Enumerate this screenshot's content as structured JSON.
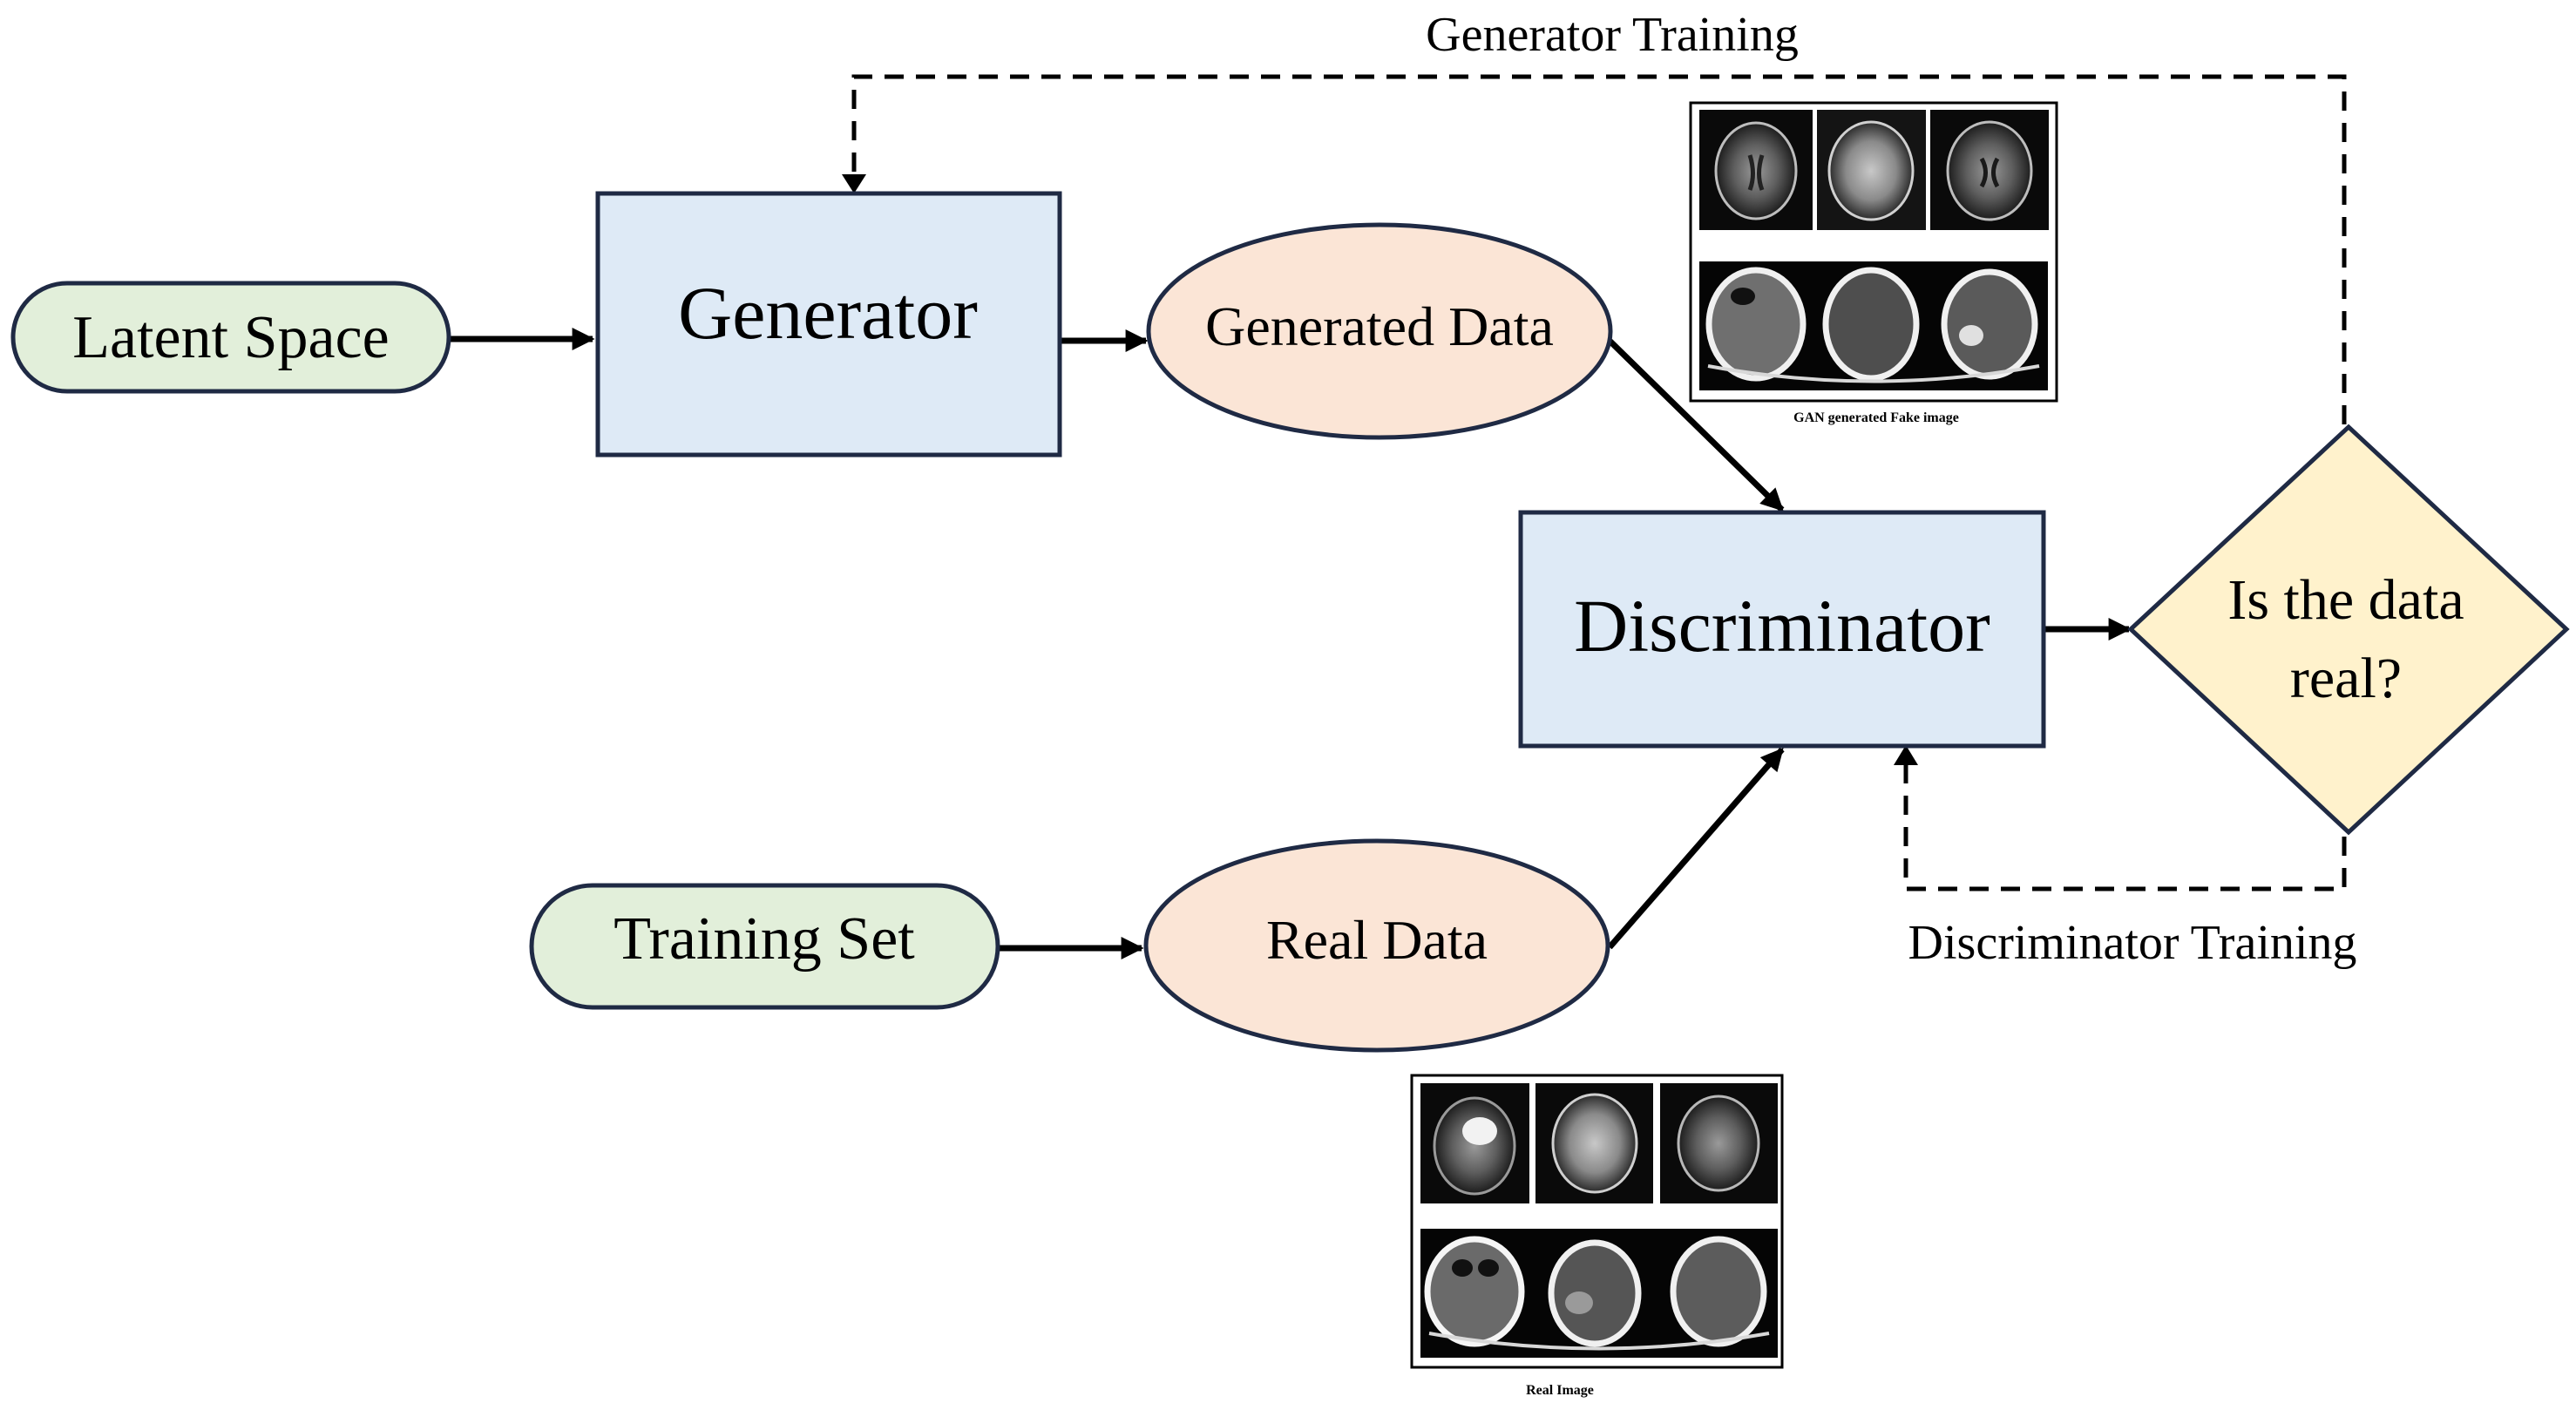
{
  "nodes": {
    "latent_space": "Latent Space",
    "generator": "Generator",
    "generated_data": "Generated Data",
    "discriminator": "Discriminator",
    "decision_line1": "Is the data",
    "decision_line2": "real?",
    "training_set": "Training Set",
    "real_data": "Real Data"
  },
  "loops": {
    "generator_training": "Generator Training",
    "discriminator_training": "Discriminator Training"
  },
  "image_panels": {
    "fake_caption": "GAN generated Fake image",
    "real_caption": "Real Image"
  },
  "colors": {
    "pill_fill": "#e2efda",
    "box_fill": "#deeaf6",
    "ellipse_fill": "#fbe5d6",
    "diamond_fill": "#fff2cc",
    "node_stroke": "#1f2a44"
  }
}
